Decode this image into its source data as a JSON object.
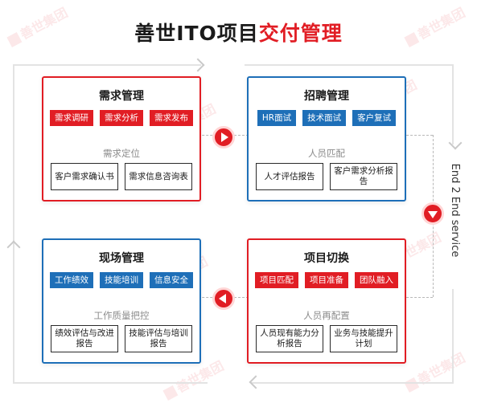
{
  "title": {
    "black": "善世ITO项目",
    "red": "交付管理"
  },
  "side_label": "End 2 End service",
  "watermark": "善世集团",
  "colors": {
    "red": "#e11d24",
    "blue": "#1e6fb8"
  },
  "quadrants": [
    {
      "title": "需求管理",
      "tags": [
        "需求调研",
        "需求分析",
        "需求发布"
      ],
      "sub_label": "需求定位",
      "boxes": [
        "客户需求确认书",
        "需求信息咨询表"
      ]
    },
    {
      "title": "招聘管理",
      "tags": [
        "HR面试",
        "技术面试",
        "客户复试"
      ],
      "sub_label": "人员匹配",
      "boxes": [
        "人才评估报告",
        "客户需求分析报告"
      ]
    },
    {
      "title": "现场管理",
      "tags": [
        "工作绩效",
        "技能培训",
        "信息安全"
      ],
      "sub_label": "工作质量把控",
      "boxes": [
        "绩效评估与改进报告",
        "技能评估与培训报告"
      ]
    },
    {
      "title": "项目切换",
      "tags": [
        "项目匹配",
        "项目准备",
        "团队融入"
      ],
      "sub_label": "人员再配置",
      "boxes": [
        "人员现有能力分析报告",
        "业务与技能提升计划"
      ]
    }
  ]
}
